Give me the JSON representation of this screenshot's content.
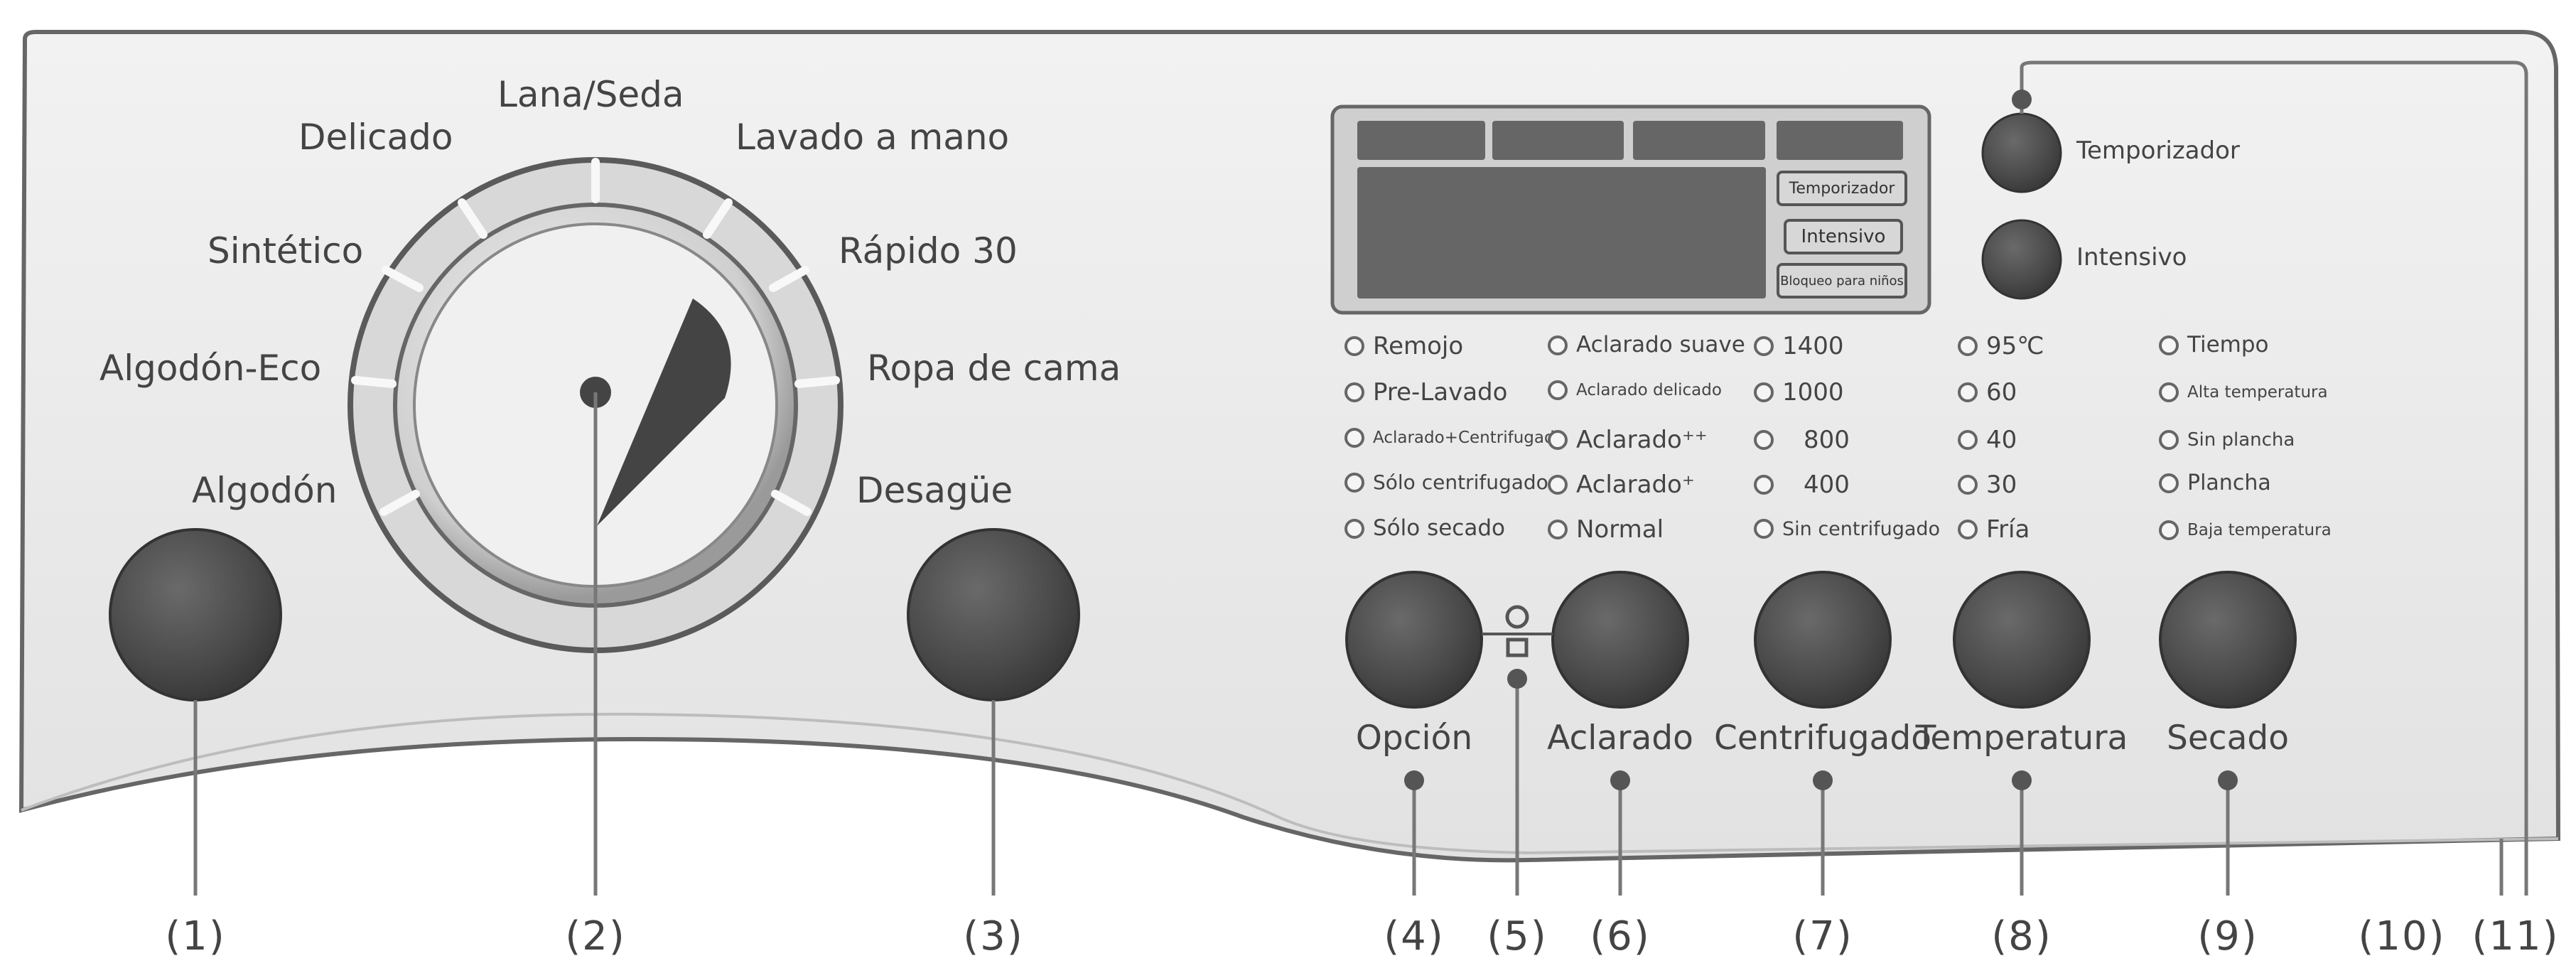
{
  "program_dial": {
    "programs": [
      "Lana/Seda",
      "Delicado",
      "Lavado a mano",
      "Sintético",
      "Rápido 30",
      "Algodón-Eco",
      "Ropa de cama",
      "Algodón",
      "Desagüe"
    ]
  },
  "display": {
    "tags": [
      "Temporizador",
      "Intensivo",
      "Bloqueo para niños"
    ]
  },
  "side_buttons": {
    "timer_label": "Temporizador",
    "intensive_label": "Intensivo"
  },
  "options": {
    "opcion": [
      "Remojo",
      "Pre-Lavado",
      "Aclarado+Centrifugado",
      "Sólo centrifugado",
      "Sólo secado"
    ],
    "aclarado": [
      "Aclarado suave",
      "Aclarado delicado",
      "Aclarado⁺⁺",
      "Aclarado⁺",
      "Normal"
    ],
    "centrifugado": [
      "1400",
      "1000",
      "800",
      "400",
      "Sin centrifugado"
    ],
    "temperatura": [
      "95℃",
      "60",
      "40",
      "30",
      "Fría"
    ],
    "secado": [
      "Tiempo",
      "Alta temperatura",
      "Sin plancha",
      "Plancha",
      "Baja temperatura"
    ]
  },
  "buttons": {
    "opcion": "Opción",
    "aclarado": "Aclarado",
    "centrifugado": "Centrifugado",
    "temperatura": "Temperatura",
    "secado": "Secado"
  },
  "callouts": [
    "(1)",
    "(2)",
    "(3)",
    "(4)",
    "(5)",
    "(6)",
    "(7)",
    "(8)",
    "(9)",
    "(10)",
    "(11)"
  ],
  "colors": {
    "panel": "#ececec",
    "knob": "#505050",
    "outline": "#555555"
  }
}
